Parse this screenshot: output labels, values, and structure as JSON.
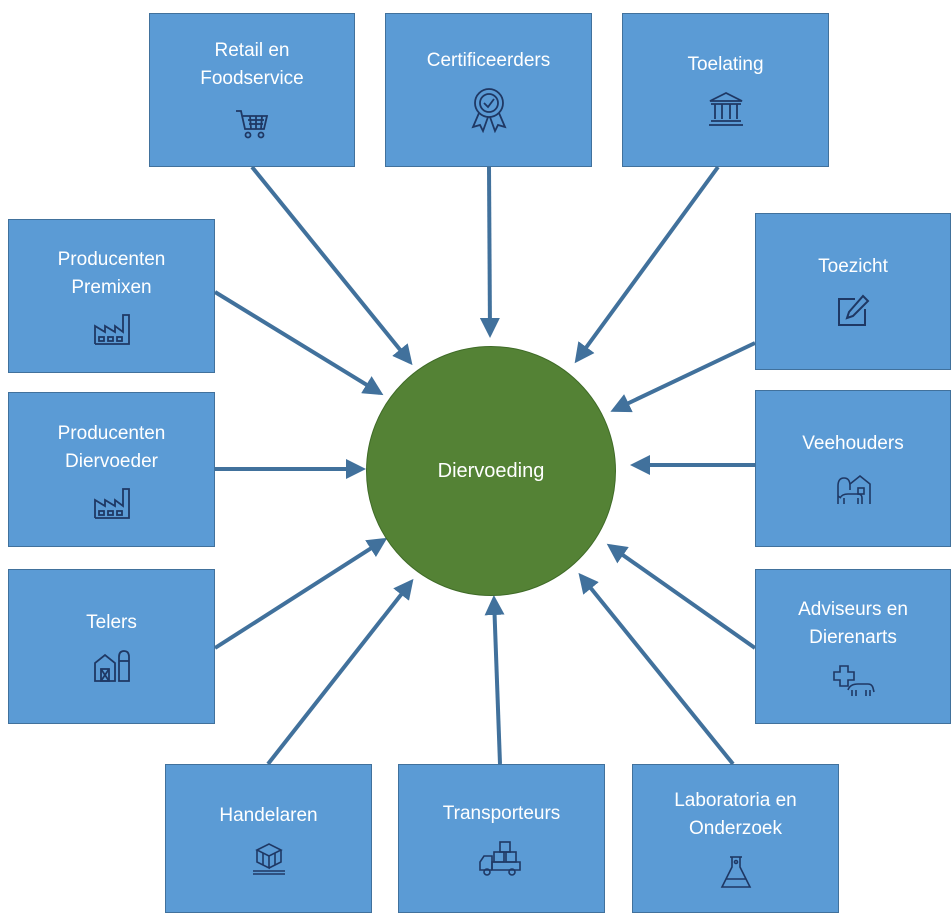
{
  "center": {
    "label": "Diervoeding",
    "color": "#548235"
  },
  "colors": {
    "box": "#5b9bd5",
    "box_border": "#41719c",
    "arrow": "#41719c",
    "icon": "#1f3864"
  },
  "nodes": [
    {
      "key": "retail",
      "label": "Retail en\nFoodservice",
      "icon": "shopping-cart-icon"
    },
    {
      "key": "certificeerders",
      "label": "Certificeerders",
      "icon": "award-badge-icon"
    },
    {
      "key": "toelating",
      "label": "Toelating",
      "icon": "government-building-icon"
    },
    {
      "key": "premixen",
      "label": "Producenten\nPremixen",
      "icon": "factory-icon"
    },
    {
      "key": "toezicht",
      "label": "Toezicht",
      "icon": "edit-pencil-icon"
    },
    {
      "key": "diervoeder",
      "label": "Producenten\nDiervoeder",
      "icon": "factory-icon"
    },
    {
      "key": "veehouders",
      "label": "Veehouders",
      "icon": "livestock-barn-icon"
    },
    {
      "key": "telers",
      "label": "Telers",
      "icon": "farm-barn-icon"
    },
    {
      "key": "adviseurs",
      "label": "Adviseurs en\nDierenarts",
      "icon": "vet-cross-animal-icon"
    },
    {
      "key": "handelaren",
      "label": "Handelaren",
      "icon": "pallet-boxes-icon"
    },
    {
      "key": "transporteurs",
      "label": "Transporteurs",
      "icon": "delivery-truck-icon"
    },
    {
      "key": "laboratoria",
      "label": "Laboratoria en\nOnderzoek",
      "icon": "lab-flask-icon"
    }
  ]
}
